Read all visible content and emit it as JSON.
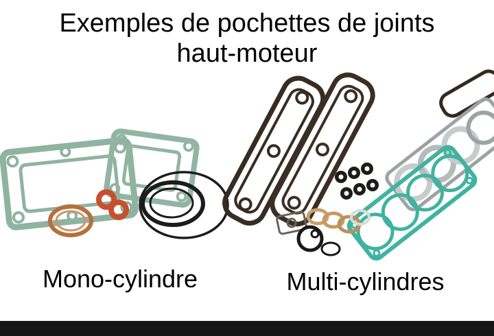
{
  "title": {
    "line1": "Exemples de pochettes de joints",
    "line2": "haut-moteur"
  },
  "captions": {
    "left": "Mono-cylindre",
    "right": "Multi-cylindres"
  },
  "colors": {
    "background": "#ffffff",
    "text": "#000000",
    "bottom_bar": "#151515",
    "gasket_green": "#8fb3a1",
    "gasket_teal": "#3fb3a0",
    "gasket_gray": "#9ba3a3",
    "gasket_dark_brown": "#362c22",
    "copper_ring": "#b5703d",
    "orange_seal": "#c8502e",
    "black_oring": "#1c1c1c"
  }
}
